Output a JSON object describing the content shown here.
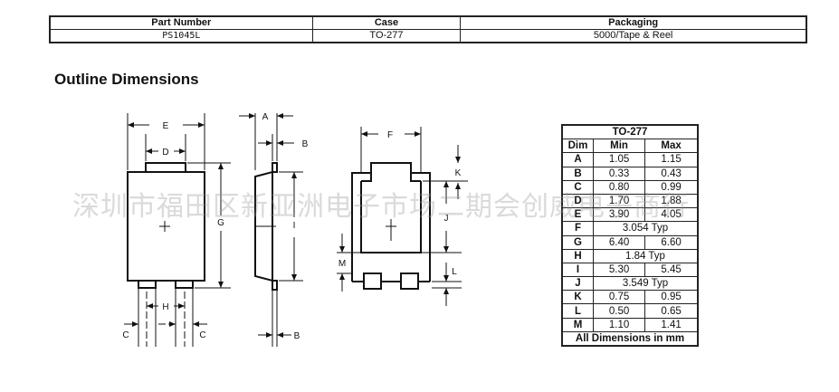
{
  "order_table": {
    "headers": [
      "Part Number",
      "Case",
      "Packaging"
    ],
    "row": [
      "PS1045L",
      "TO-277",
      "5000/Tape & Reel"
    ]
  },
  "section_title": "Outline Dimensions",
  "drawing_labels": {
    "A": "A",
    "B": "B",
    "C": "C",
    "D": "D",
    "E": "E",
    "F": "F",
    "G": "G",
    "H": "H",
    "I": "I",
    "J": "J",
    "K": "K",
    "L": "L",
    "M": "M"
  },
  "dim_table": {
    "title": "TO-277",
    "headers": [
      "Dim",
      "Min",
      "Max"
    ],
    "rows": [
      {
        "dim": "A",
        "min": "1.05",
        "max": "1.15"
      },
      {
        "dim": "B",
        "min": "0.33",
        "max": "0.43"
      },
      {
        "dim": "C",
        "min": "0.80",
        "max": "0.99"
      },
      {
        "dim": "D",
        "min": "1.70",
        "max": "1.88"
      },
      {
        "dim": "E",
        "min": "3.90",
        "max": "4.05"
      },
      {
        "dim": "F",
        "typ": "3.054 Typ"
      },
      {
        "dim": "G",
        "min": "6.40",
        "max": "6.60"
      },
      {
        "dim": "H",
        "typ": "1.84 Typ"
      },
      {
        "dim": "I",
        "min": "5.30",
        "max": "5.45"
      },
      {
        "dim": "J",
        "typ": "3.549 Typ"
      },
      {
        "dim": "K",
        "min": "0.75",
        "max": "0.95"
      },
      {
        "dim": "L",
        "min": "0.50",
        "max": "0.65"
      },
      {
        "dim": "M",
        "min": "1.10",
        "max": "1.41"
      }
    ],
    "footer": "All Dimensions in mm"
  },
  "watermark": "深圳市福田区新亚洲电子市场二期会创威电子商行"
}
